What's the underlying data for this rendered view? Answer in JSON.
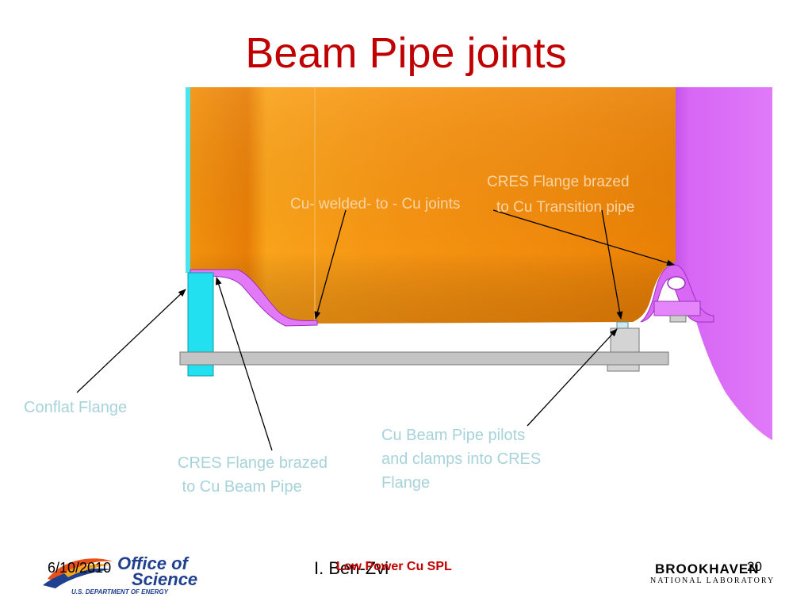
{
  "slide": {
    "title": "Beam Pipe joints"
  },
  "labels": {
    "cu_welded": "Cu- welded- to - Cu joints",
    "cres_transition_l1": "CRES Flange brazed",
    "cres_transition_l2": "to Cu Transition pipe",
    "conflat": "Conflat Flange",
    "cres_beampipe_l1": "CRES Flange brazed",
    "cres_beampipe_l2": " to Cu Beam Pipe",
    "pilots_l1": "Cu Beam Pipe pilots",
    "pilots_l2": "and clamps into CRES",
    "pilots_l3": "Flange"
  },
  "footer": {
    "date": "6/10/2010",
    "author": "I. Ben-Zvi",
    "talk": "Low Power Cu SPL",
    "page": "20",
    "doe_line1": "Office of",
    "doe_line2": "Science",
    "doe_line3": "U.S. DEPARTMENT OF ENERGY",
    "bnl_line1": "BROOKHAVEN",
    "bnl_line2": "NATIONAL LABORATORY"
  },
  "colors": {
    "title": "#c00000",
    "copper": "#f08a10",
    "cres_magenta": "#d25cf0",
    "flange_cyan": "#22e0ef",
    "label_text": "#a6d3da",
    "footer_talk": "#c00000"
  }
}
